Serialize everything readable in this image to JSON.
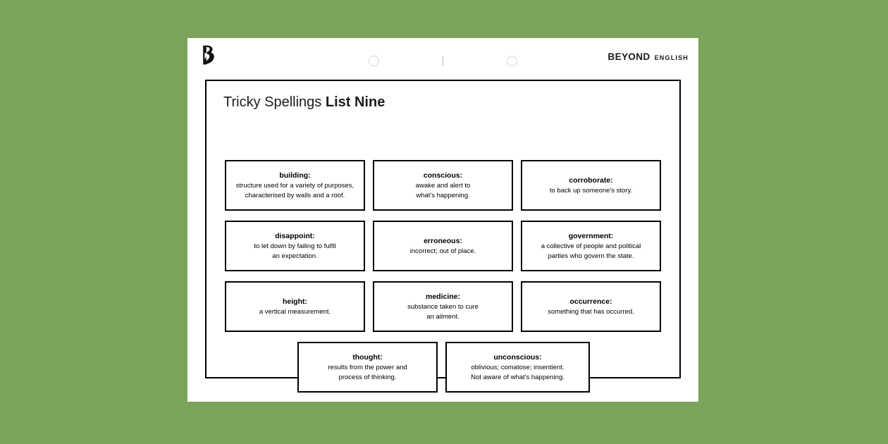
{
  "background_color": "#7ba35c",
  "page": {
    "background_color": "#ffffff"
  },
  "header": {
    "logo_name": "beyond-b-logo",
    "brand_primary": "BEYOND",
    "brand_secondary": "ENGLISH",
    "binding_marks": [
      "circle",
      "tick",
      "circle"
    ],
    "binding_mark_color": "#d6d6d6"
  },
  "worksheet": {
    "title_regular": "Tricky Spellings ",
    "title_bold": "List Nine",
    "border_color": "#000000"
  },
  "cards": {
    "rows": [
      [
        {
          "term": "building:",
          "definition": "structure used for a variety of purposes,\ncharacterised by walls and a roof."
        },
        {
          "term": "conscious:",
          "definition": "awake and alert to\nwhat's happening."
        },
        {
          "term": "corroborate:",
          "definition": "to back up someone's story."
        }
      ],
      [
        {
          "term": "disappoint:",
          "definition": "to let down by failing to fulfil\nan expectation."
        },
        {
          "term": "erroneous:",
          "definition": "incorrect; out of place."
        },
        {
          "term": "government:",
          "definition": "a collective of people and political\nparties who govern the state."
        }
      ],
      [
        {
          "term": "height:",
          "definition": "a vertical measurement."
        },
        {
          "term": "medicine:",
          "definition": "substance taken to cure\nan ailment."
        },
        {
          "term": "occurrence:",
          "definition": "something that has occurred."
        }
      ],
      [
        {
          "term": "thought:",
          "definition": "results from the power and\nprocess of thinking."
        },
        {
          "term": "unconscious:",
          "definition": "oblivious; comatose; insentient.\nNot aware of what's happening."
        }
      ]
    ]
  }
}
